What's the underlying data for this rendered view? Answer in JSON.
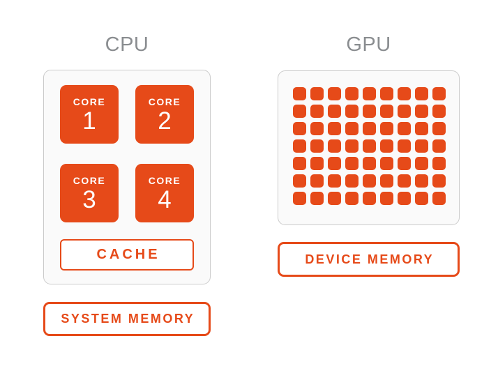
{
  "colors": {
    "accent_orange": "#e64a19",
    "title_gray": "#8a8d90",
    "panel_bg": "#fafafa",
    "panel_border": "#cbcbcb",
    "core_text": "#ffffff"
  },
  "cpu": {
    "title": "CPU",
    "cores": [
      {
        "label": "CORE",
        "number": "1"
      },
      {
        "label": "CORE",
        "number": "2"
      },
      {
        "label": "CORE",
        "number": "3"
      },
      {
        "label": "CORE",
        "number": "4"
      }
    ],
    "cache_label": "CACHE",
    "system_memory_label": "SYSTEM MEMORY"
  },
  "gpu": {
    "title": "GPU",
    "grid": {
      "rows": 7,
      "columns": 9,
      "total_cells": 63
    },
    "device_memory_label": "DEVICE MEMORY"
  }
}
